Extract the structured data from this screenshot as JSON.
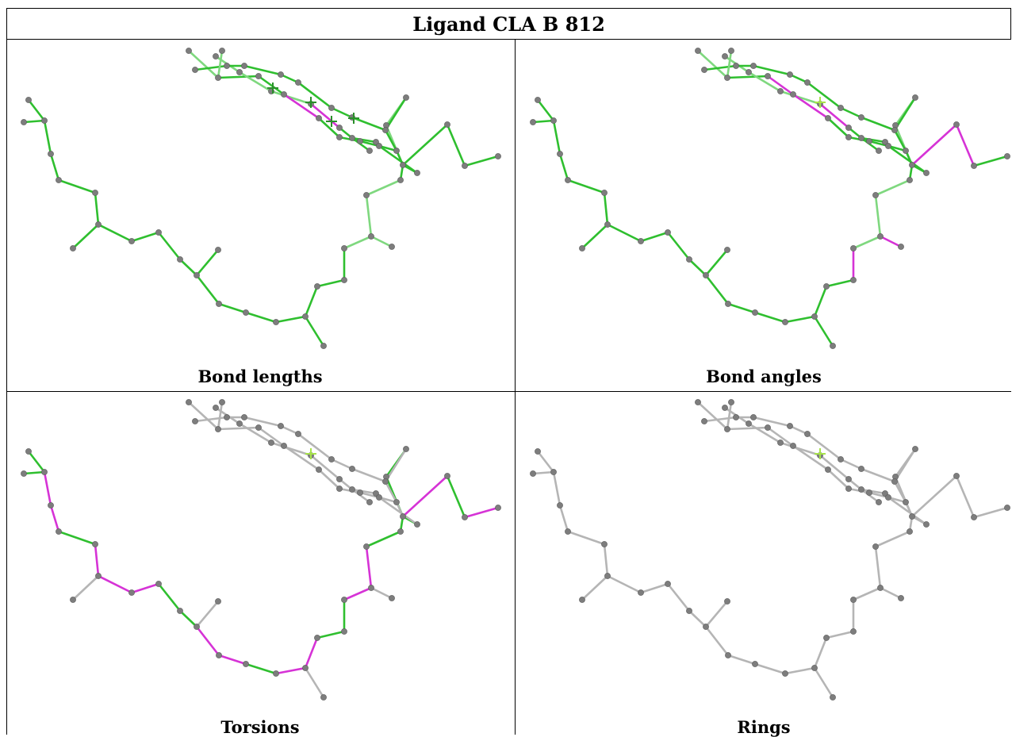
{
  "title": "Ligand CLA B 812",
  "panels": [
    {
      "key": "bond_lengths",
      "caption": "Bond lengths"
    },
    {
      "key": "bond_angles",
      "caption": "Bond angles"
    },
    {
      "key": "torsions",
      "caption": "Torsions"
    },
    {
      "key": "rings",
      "caption": "Rings"
    }
  ],
  "colors": {
    "green": "#2fbf2f",
    "light_green": "#7fd87f",
    "magenta": "#d633d6",
    "grey": "#b5b5b5",
    "atom": "#7d7d7d",
    "marker": "#a7e34a"
  }
}
